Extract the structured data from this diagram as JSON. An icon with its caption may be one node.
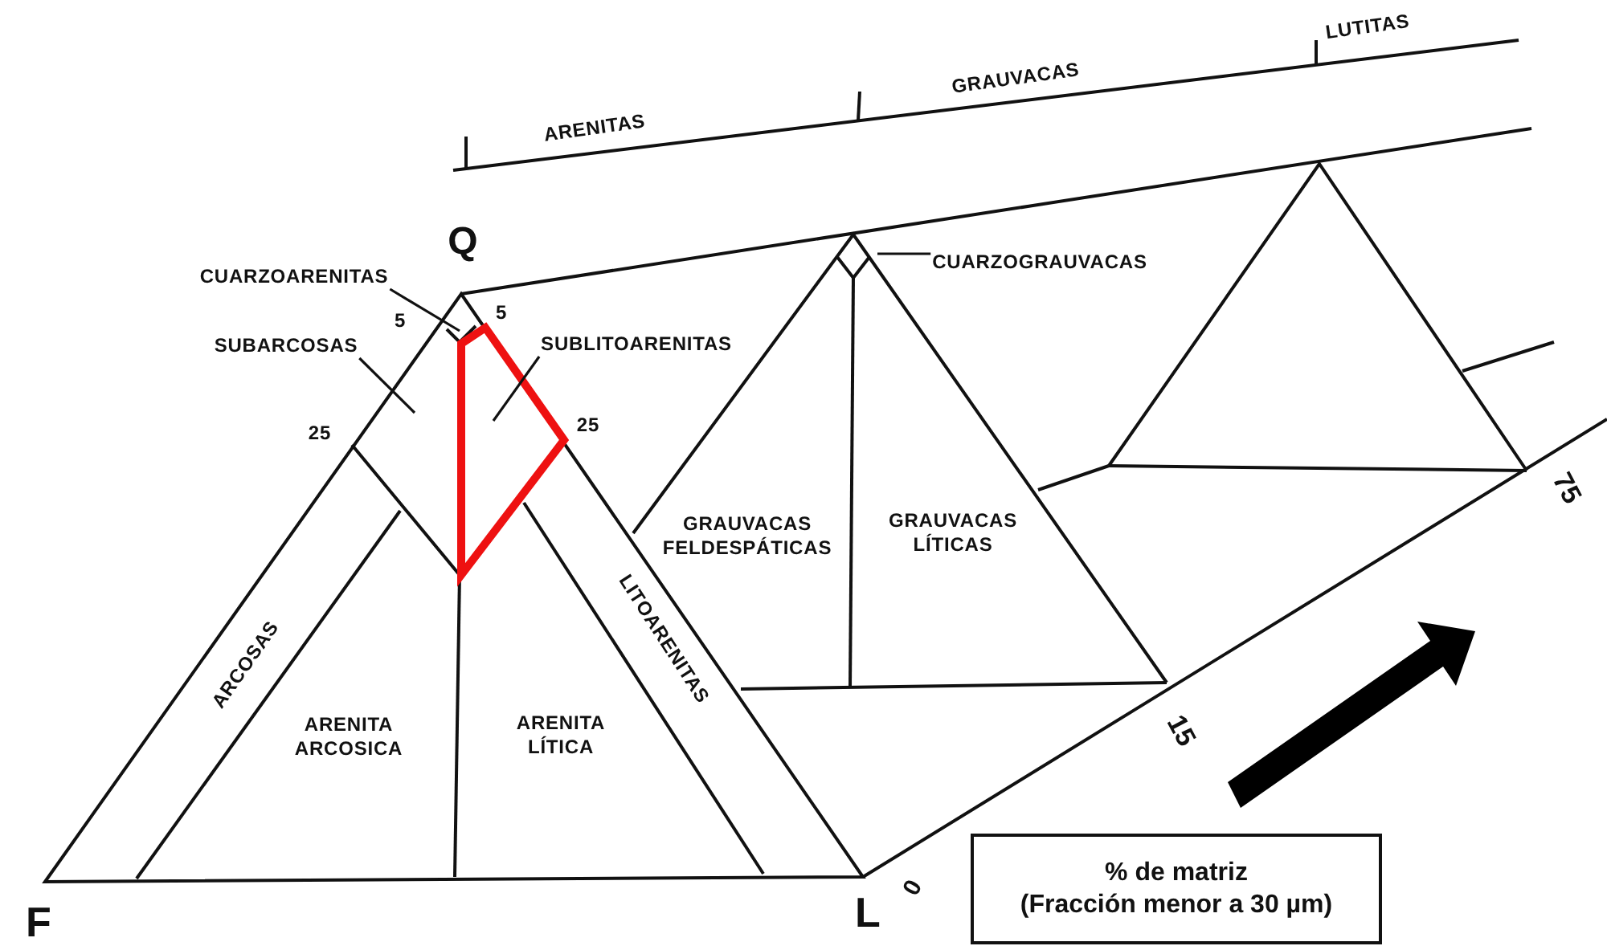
{
  "diagram": {
    "nodes": [
      {
        "text": [
          "CUARZOARENITAS"
        ]
      },
      {
        "text": [
          "SUBARCOSAS"
        ]
      },
      {
        "text": [
          "SUBLITOARENITAS"
        ]
      },
      {
        "text": [
          "CUARZOGRAUVACAS"
        ]
      },
      {
        "text": [
          "% de matriz",
          "(Fracción menor a 30 µm)"
        ]
      }
    ],
    "edges": [
      {
        "from": 0,
        "to": null,
        "arrow": "none"
      },
      {
        "from": 1,
        "to": null,
        "arrow": "none"
      },
      {
        "from": 2,
        "to": null,
        "arrow": "none"
      },
      {
        "from": 3,
        "to": null,
        "arrow": "none"
      }
    ],
    "labels": [
      "LUTITAS",
      "GRAUVACAS",
      "ARENITAS",
      "Q",
      "5",
      "5",
      "25",
      "25",
      "GRAUVACAS FELDESPÁTICAS",
      "GRAUVACAS LÍTICAS",
      "75",
      "LITOARENITAS",
      "ARCOSAS",
      "ARENITA ARCOSICA",
      "ARENITA LÍTICA",
      "15",
      "0",
      "F",
      "L"
    ]
  }
}
